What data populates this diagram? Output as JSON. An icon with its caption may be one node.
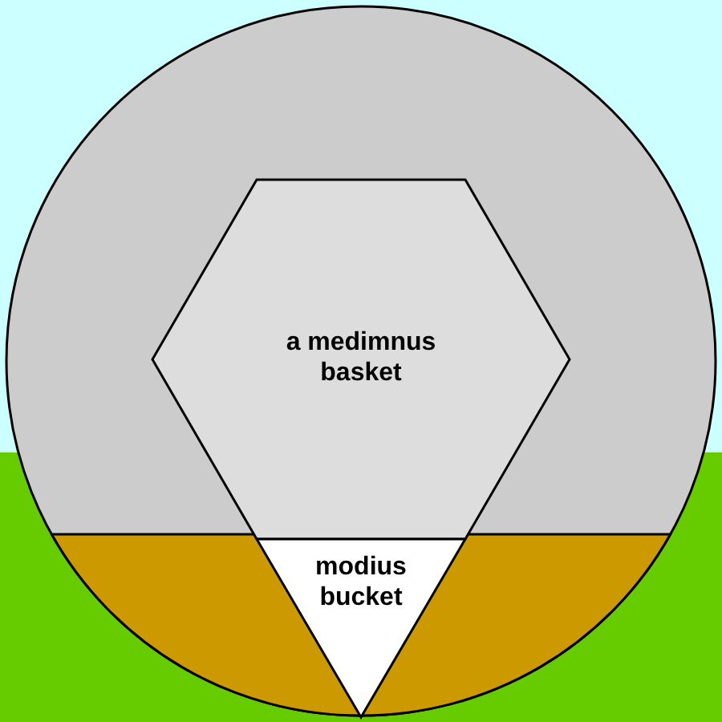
{
  "diagram": {
    "nodes": [
      {
        "text": [],
        "shape": "circle"
      },
      {
        "text": [
          "a medimnus basket"
        ],
        "in": 0
      },
      {
        "text": [
          "modius bucket"
        ],
        "in": 0
      }
    ]
  }
}
